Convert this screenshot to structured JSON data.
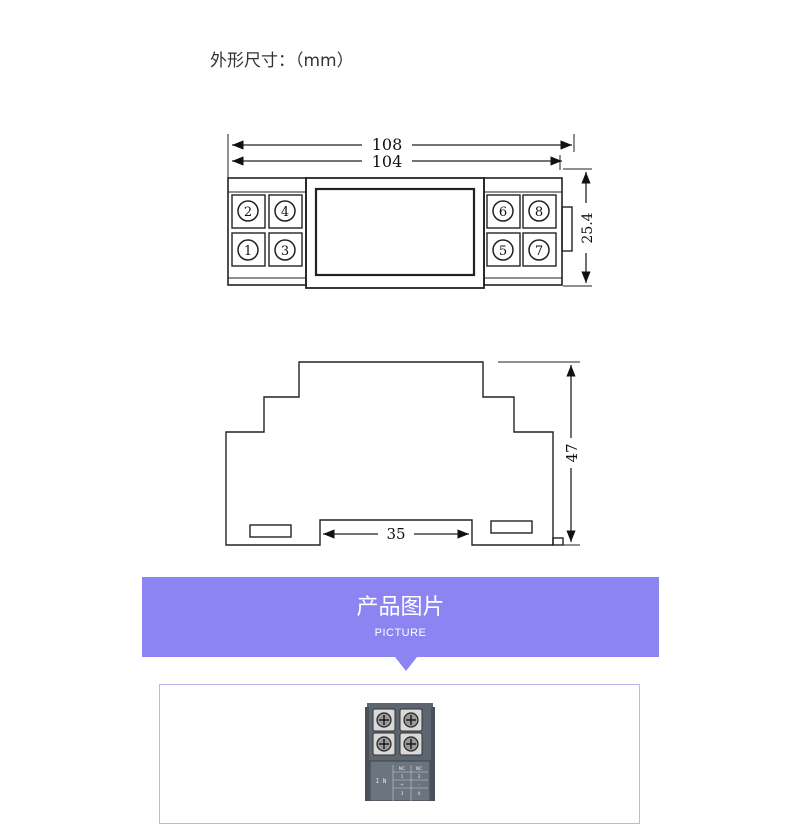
{
  "heading": "外形尺寸：（mm）",
  "top_view": {
    "dim_total": "108",
    "dim_body": "104",
    "dim_height": "25.4",
    "terminals": [
      "2",
      "4",
      "1",
      "3",
      "6",
      "8",
      "5",
      "7"
    ]
  },
  "side_view": {
    "dim_height": "47",
    "dim_rail": "35"
  },
  "banner": {
    "title": "产品图片",
    "subtitle": "PICTURE",
    "color": "#8c85f1"
  },
  "product_photo": {
    "channel_label": "I N",
    "label_grid": [
      "NC",
      "NC",
      "1",
      "2",
      "+",
      "-",
      "3",
      "4"
    ]
  }
}
